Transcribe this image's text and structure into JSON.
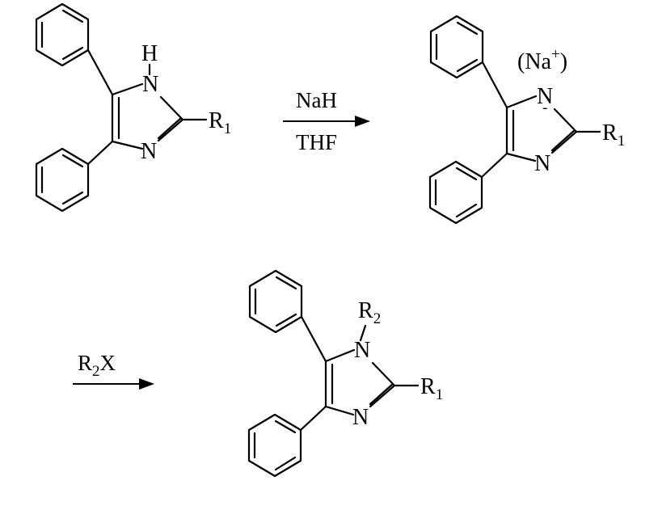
{
  "molecules": {
    "reactant": {
      "atom_nh_h": "H",
      "atom_n1": "N",
      "atom_n3": "N",
      "subst_r": "R",
      "subst_sub": "1"
    },
    "intermediate": {
      "counterion_open": "(Na",
      "counterion_sup": "+",
      "counterion_close": ")",
      "atom_n1": "N",
      "charge": "-",
      "atom_n3": "N",
      "subst_r": "R",
      "subst_sub": "1"
    },
    "product": {
      "n_subst_r": "R",
      "n_subst_sub": "2",
      "atom_n1": "N",
      "atom_n3": "N",
      "subst_r": "R",
      "subst_sub": "1"
    }
  },
  "arrows": {
    "step1": {
      "reagent_above": "NaH",
      "reagent_below": "THF"
    },
    "step2": {
      "reagent_r": "R",
      "reagent_sub": "2",
      "reagent_x": "X"
    }
  }
}
